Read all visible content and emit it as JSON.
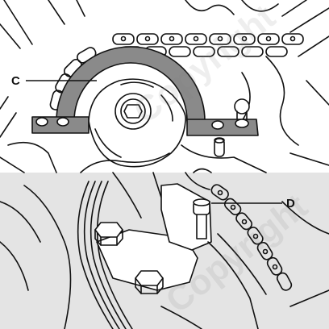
{
  "figure": {
    "callouts": {
      "c": "C",
      "d": "D"
    },
    "watermark": "Copyright",
    "colors": {
      "line": "#111111",
      "tool_fill": "#8a8a8a",
      "lower_background": "#e4e4e4",
      "upper_background": "#ffffff"
    }
  }
}
